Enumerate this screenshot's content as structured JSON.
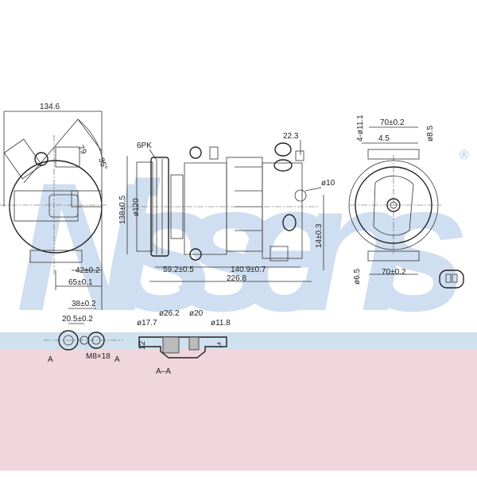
{
  "watermark": {
    "text": "Nissens",
    "registered": "®",
    "color": "#a9c4e4"
  },
  "bands": {
    "blue": "#cfe0ee",
    "pink": "#f1d6dd"
  },
  "side_view": {
    "width": "134.6",
    "angle_a": "79",
    "angle_b": "35°",
    "dim_42": "42±0.2",
    "dim_65": "65±0.1"
  },
  "front_view": {
    "belt": "6PK",
    "height": "138±0.5",
    "pulley_dia": "ø120",
    "dim_22": "22.3",
    "hole_dia": "ø10",
    "dim_14": "14±0.3",
    "dim_59": "59.2±0.5",
    "dim_140": "140.9±0.7",
    "length": "226.8"
  },
  "end_view": {
    "holes": "4-ø11.1",
    "top_width": "70±0.2",
    "dim_4_5": "4.5",
    "dia_8_5": "ø8.5",
    "dia_6_5": "ø6.5",
    "bottom_width": "70±0.2"
  },
  "port_view": {
    "dim_38": "38±0.2",
    "dim_20_5": "20.5±0.2",
    "thread": "M8×18",
    "section_mark": "A"
  },
  "section_view": {
    "d17": "ø17.7",
    "d26": "ø26.2",
    "d20": "ø20",
    "d11": "ø11.8",
    "h12": "12",
    "h14": "14",
    "label": "A–A"
  }
}
